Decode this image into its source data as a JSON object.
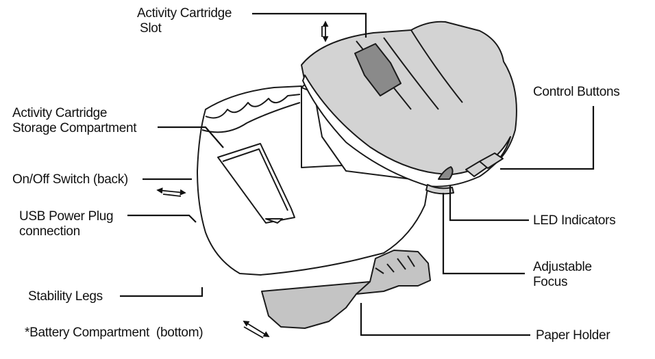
{
  "colors": {
    "outline": "#1a1a1a",
    "body_fill": "#ffffff",
    "head_fill": "#d3d3d3",
    "slot_fill": "#8a8a8a",
    "tray_fill": "#c4c4c4",
    "leader_line": "#111111"
  },
  "labels": {
    "cartridge_slot": [
      "Activity Cartridge",
      "Slot"
    ],
    "control_buttons": [
      "Control Buttons"
    ],
    "storage": [
      "Activity Cartridge",
      "Storage Compartment"
    ],
    "on_off": [
      "On/Off Switch (back)"
    ],
    "usb": [
      "USB Power Plug",
      "connection"
    ],
    "led": [
      "LED Indicators"
    ],
    "focus": [
      "Adjustable",
      "Focus"
    ],
    "legs": [
      "Stability Legs"
    ],
    "battery": [
      "*Battery Compartment  (bottom)"
    ],
    "paper": [
      "Paper Holder"
    ]
  },
  "icons": {
    "vertical_arrow": "double-arrow-vertical-icon",
    "horizontal_arrow": "double-arrow-horizontal-icon",
    "diagonal_arrow": "double-arrow-diagonal-icon"
  }
}
